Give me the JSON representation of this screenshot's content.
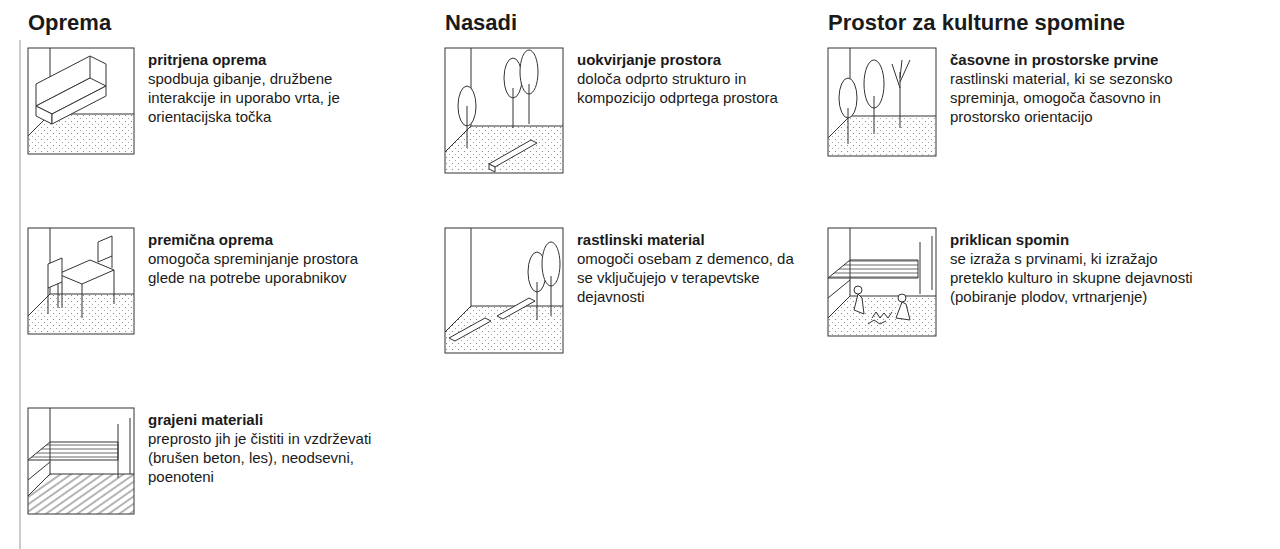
{
  "diagram": {
    "nodes": [
      {
        "text": [
          "pritrjena oprema",
          "spodbuja gibanje, družbene interakcije in uporabo vrta, je orientacijska točka"
        ]
      },
      {
        "text": [
          "premična oprema",
          "omogoča spreminjanje prostora glede na potrebe uporabnikov"
        ]
      },
      {
        "text": [
          "grajeni materiali",
          "preprosto jih je čistiti in vzdrževati (brušen beton, les), neodsevni, poenoteni"
        ]
      },
      {
        "text": [
          "uokvirjanje prostora",
          "določa odprto strukturo in kompozicijo odprtega prostora"
        ]
      },
      {
        "text": [
          "rastlinski material",
          "omogoči osebam z demenco, da se vključujejo v terapevtske dejavnosti"
        ]
      },
      {
        "text": [
          "časovne in prostorske prvine",
          "rastlinski material, ki se sezonsko spreminja, omogoča časovno in prostorsko orientacijo"
        ]
      },
      {
        "text": [
          "priklican spomin",
          "se izraža s prvinami, ki izražajo preteklo kulturo in skupne dejavnosti (pobiranje plodov, vrtnarjenje)"
        ]
      }
    ],
    "labels": [
      "Oprema",
      "Nasadi",
      "Prostor za kulturne spomine"
    ]
  }
}
